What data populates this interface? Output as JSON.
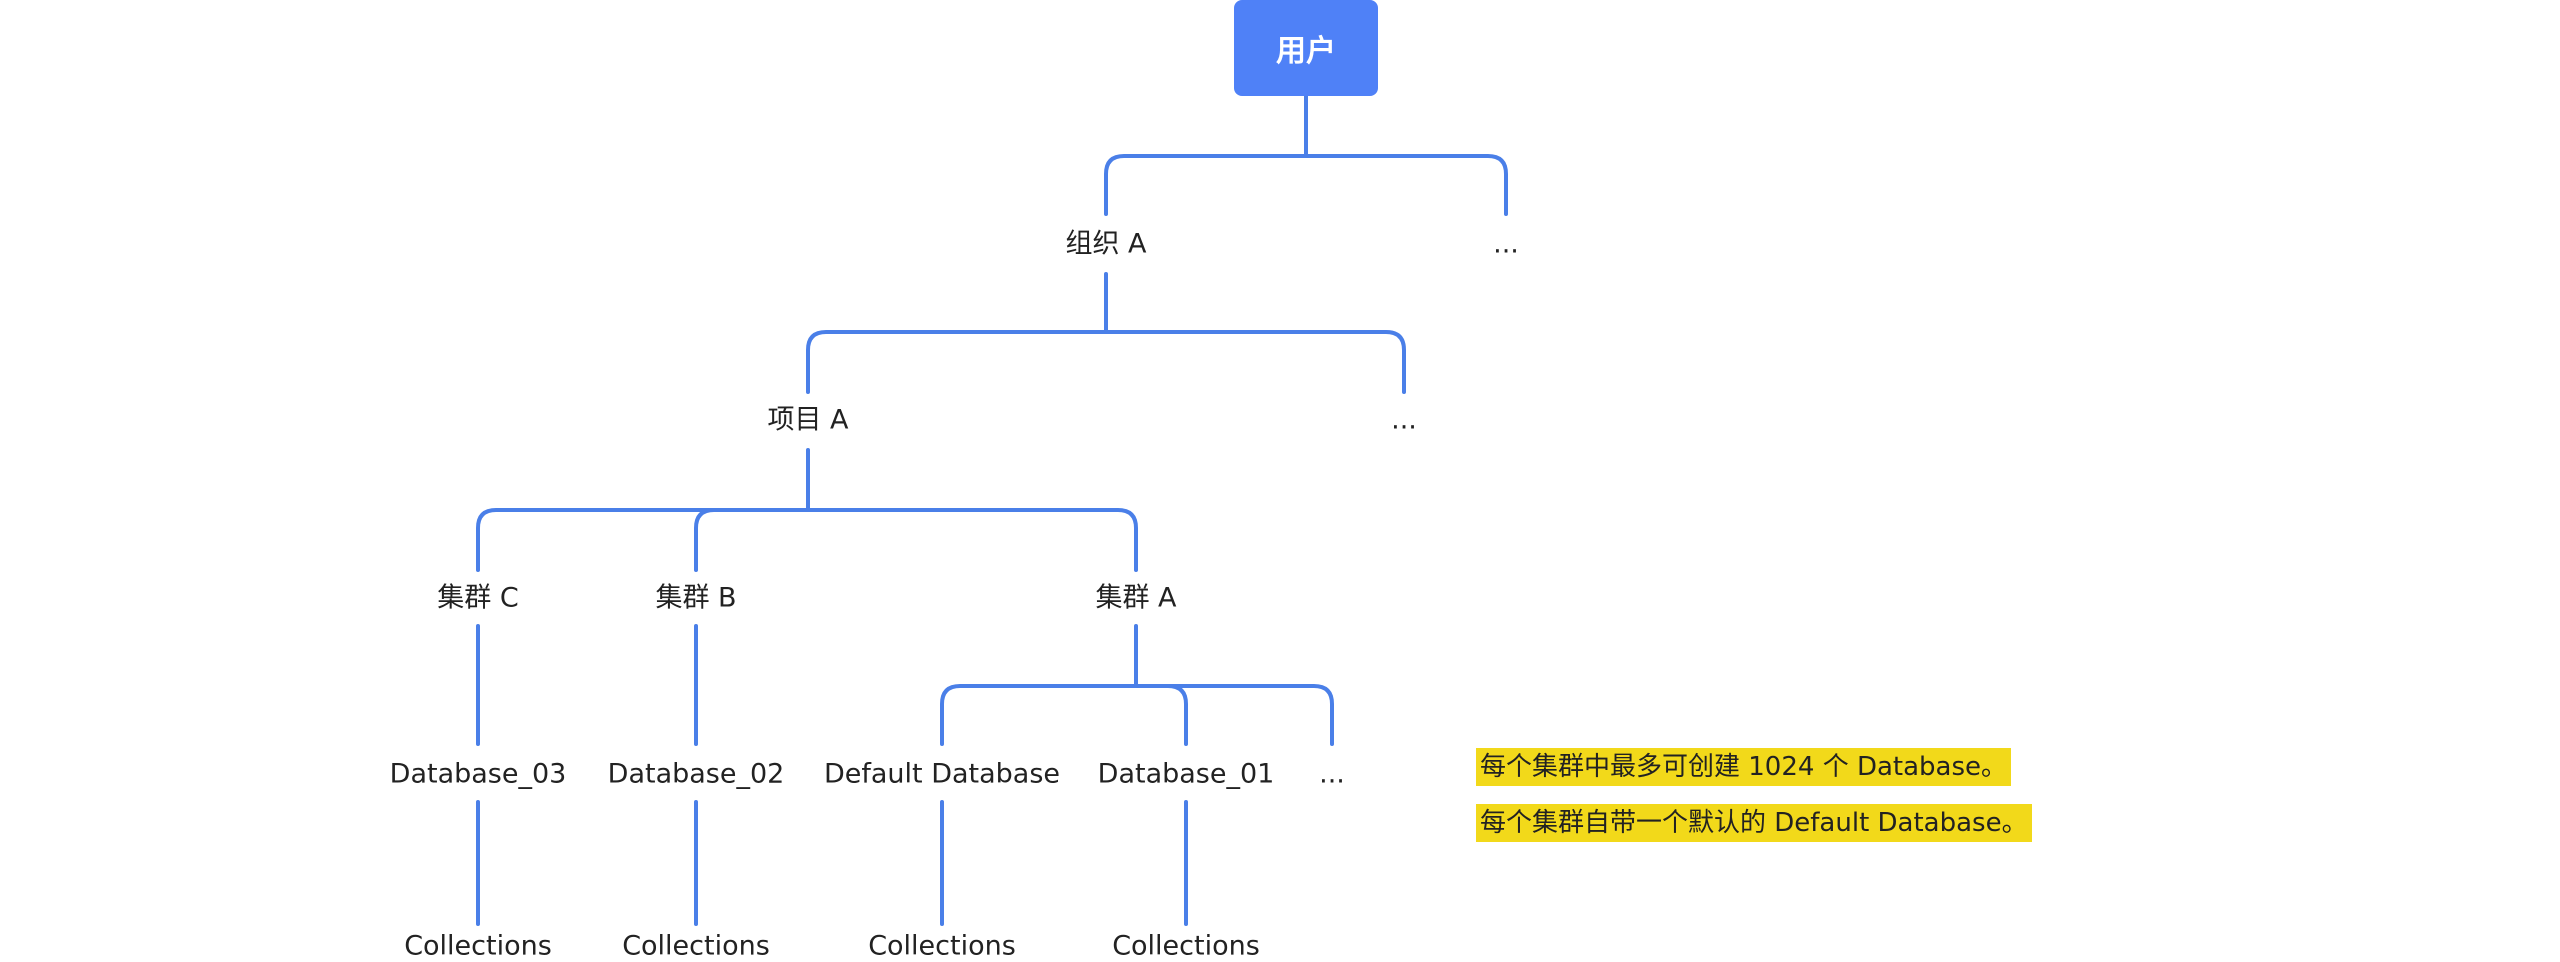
{
  "root": {
    "label": "用户"
  },
  "organizations": [
    {
      "label": "组织 A"
    },
    {
      "label": "..."
    }
  ],
  "projects": [
    {
      "label": "项目 A"
    },
    {
      "label": "..."
    }
  ],
  "clusters": [
    {
      "label": "集群 C"
    },
    {
      "label": "集群 B"
    },
    {
      "label": "集群 A"
    }
  ],
  "databases": [
    {
      "label": "Database_03"
    },
    {
      "label": "Database_02"
    },
    {
      "label": "Default Database"
    },
    {
      "label": "Database_01"
    },
    {
      "label": "..."
    }
  ],
  "collections": [
    {
      "label": "Collections"
    },
    {
      "label": "Collections"
    },
    {
      "label": "Collections"
    },
    {
      "label": "Collections"
    }
  ],
  "notes": [
    {
      "text": "每个集群中最多可创建 1024 个 Database。"
    },
    {
      "text": "每个集群自带一个默认的 Default Database。"
    }
  ],
  "colors": {
    "connector": "#4a7fe8",
    "root_fill": "#4f81f7",
    "note_highlight": "#f2d91a"
  }
}
